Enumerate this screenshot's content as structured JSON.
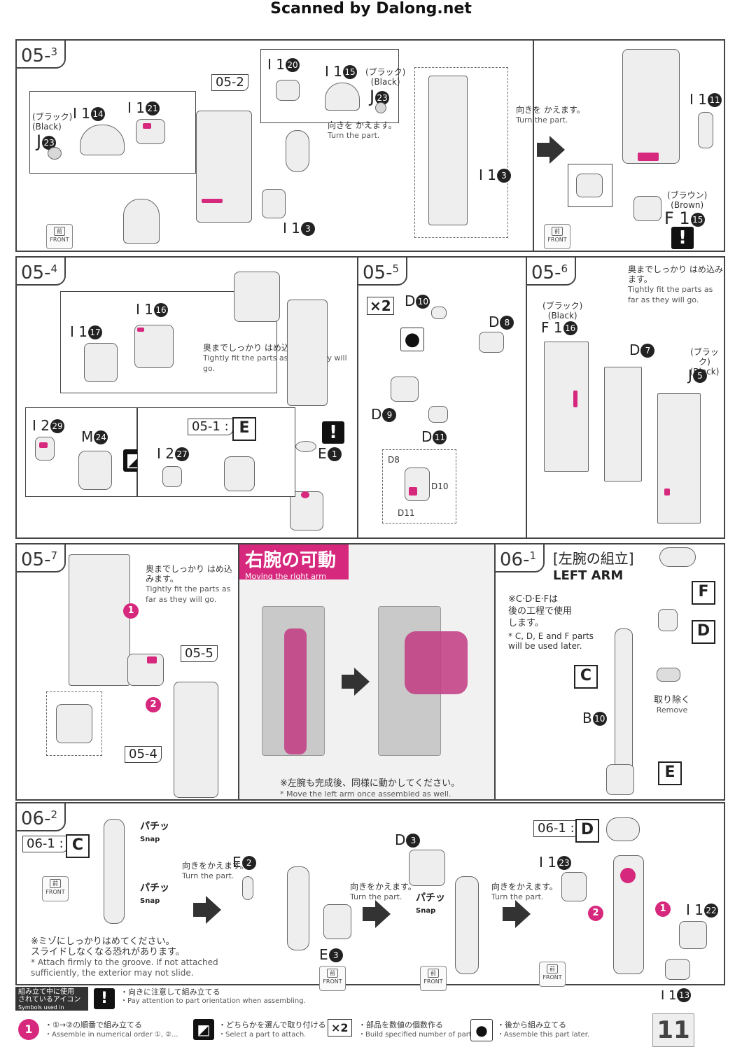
{
  "watermark": "Scanned by Dalong.net",
  "page_number": "11",
  "steps": {
    "s05_3": {
      "id_main": "05",
      "id_sub": "3",
      "ref": "05-2",
      "turn_jp": "向きを かえます。",
      "turn_en": "Turn the part.",
      "turn2_jp": "向きを かえます。",
      "turn2_en": "Turn the part.",
      "black_jp": "(ブラック)",
      "black_en": "(Black)",
      "brown_jp": "(ブラウン)",
      "brown_en": "(Brown)",
      "parts": {
        "i1_14": "I 1",
        "i1_21": "I 1",
        "j23a": "J",
        "i1_20": "I 1",
        "i1_15": "I 1",
        "j23b": "J",
        "i1_3a": "I 1",
        "i1_3b": "I 1",
        "i1_11": "I 1",
        "f1_15": "F 1"
      },
      "nums": {
        "n14": "14",
        "n21": "21",
        "n23": "23",
        "n20": "20",
        "n15": "15",
        "n3": "3",
        "n11": "11"
      }
    },
    "s05_4": {
      "id_main": "05",
      "id_sub": "4",
      "tight_jp": "奥までしっかり はめ込みます。",
      "tight_en": "Tightly fit the parts as far as they will go.",
      "ref": "05-1",
      "ref_letter": "E",
      "parts": {
        "i1_16": "I 1",
        "i1_17": "I 1",
        "i2_29": "I 2",
        "m24": "M",
        "i2_27": "I 2",
        "e1": "E"
      },
      "nums": {
        "n16": "16",
        "n17": "17",
        "n29": "29",
        "n24": "24",
        "n27": "27",
        "n1": "1"
      }
    },
    "s05_5": {
      "id_main": "05",
      "id_sub": "5",
      "times": "×2",
      "parts": {
        "d10": "D",
        "d8": "D",
        "d9": "D",
        "d11": "D",
        "d8b": "D8",
        "d10b": "D10",
        "d11b": "D11"
      },
      "nums": {
        "n10": "10",
        "n8": "8",
        "n9": "9",
        "n11": "11"
      }
    },
    "s05_6": {
      "id_main": "05",
      "id_sub": "6",
      "tight_jp": "奥までしっかり はめ込みます。",
      "tight_en": "Tightly fit the parts as far as they will go.",
      "black_jp": "(ブラック)",
      "black_en": "(Black)",
      "parts": {
        "f1_16": "F 1",
        "d7": "D",
        "j5": "J"
      },
      "nums": {
        "n16": "16",
        "n7": "7",
        "n5": "5"
      }
    },
    "s05_7": {
      "id_main": "05",
      "id_sub": "7",
      "tight_jp": "奥までしっかり はめ込みます。",
      "tight_en": "Tightly fit the parts as far as they will go.",
      "ref_a": "05-5",
      "ref_b": "05-4"
    },
    "moving": {
      "title_jp": "右腕の可動",
      "title_en": "Moving the right arm",
      "note_jp": "※左腕も完成後、同様に動かしてください。",
      "note_en": "* Move the left arm once assembled as well."
    },
    "s06_1": {
      "id_main": "06",
      "id_sub": "1",
      "title_jp": "[左腕の組立]",
      "title_en": "LEFT ARM",
      "note_jp1": "※C·D·E·Fは",
      "note_jp2": "後の工程で使用",
      "note_jp3": "します。",
      "note_en": "* C, D, E and F parts will be used later.",
      "remove_jp": "取り除く",
      "remove_en": "Remove",
      "letters": {
        "f": "F",
        "d": "D",
        "c": "C",
        "e": "E"
      },
      "b10": "B",
      "n10": "10"
    },
    "s06_2": {
      "id_main": "06",
      "id_sub": "2",
      "ref_a": "06-1",
      "ref_a_letter": "C",
      "ref_b": "06-1",
      "ref_b_letter": "D",
      "snap_jp": "パチッ",
      "snap_en": "Snap",
      "turn_jp": "向きをかえます。",
      "turn_en": "Turn the part.",
      "groove_jp1": "※ミゾにしっかりはめてください。",
      "groove_jp2": "スライドしなくなる恐れがあります。",
      "groove_en1": "* Attach firmly to the groove. If not attached",
      "groove_en2": "sufficiently, the exterior may not slide.",
      "parts": {
        "e2": "E",
        "e3": "E",
        "d3": "D",
        "i1_23": "I 1",
        "i1_22": "I 1",
        "i1_13": "I 1"
      },
      "nums": {
        "n2": "2",
        "n3": "3",
        "n23": "23",
        "n22": "22",
        "n13": "13"
      }
    }
  },
  "front_label": {
    "jp": "前",
    "en": "FRONT"
  },
  "legend": {
    "title_jp1": "組み立て中に使用",
    "title_jp2": "されているアイコン",
    "title_en": "Symbols used in instructions",
    "warn_jp": "・向きに注意して組み立てる",
    "warn_en": "・Pay attention to part orientation when assembling.",
    "order_jp": "・①→②の順番で組み立てる",
    "order_en": "・Assemble in numerical order ①, ②...",
    "choose_jp": "・どちらかを選んで取り付ける",
    "choose_en": "・Select a part to attach.",
    "x2_jp": "・部品を数値の個数作る",
    "x2_en": "・Build specified number of parts.",
    "later_jp": "・後から組み立てる",
    "later_en": "・Assemble this part later.",
    "x2_icon": "×2",
    "one_icon": "1"
  }
}
